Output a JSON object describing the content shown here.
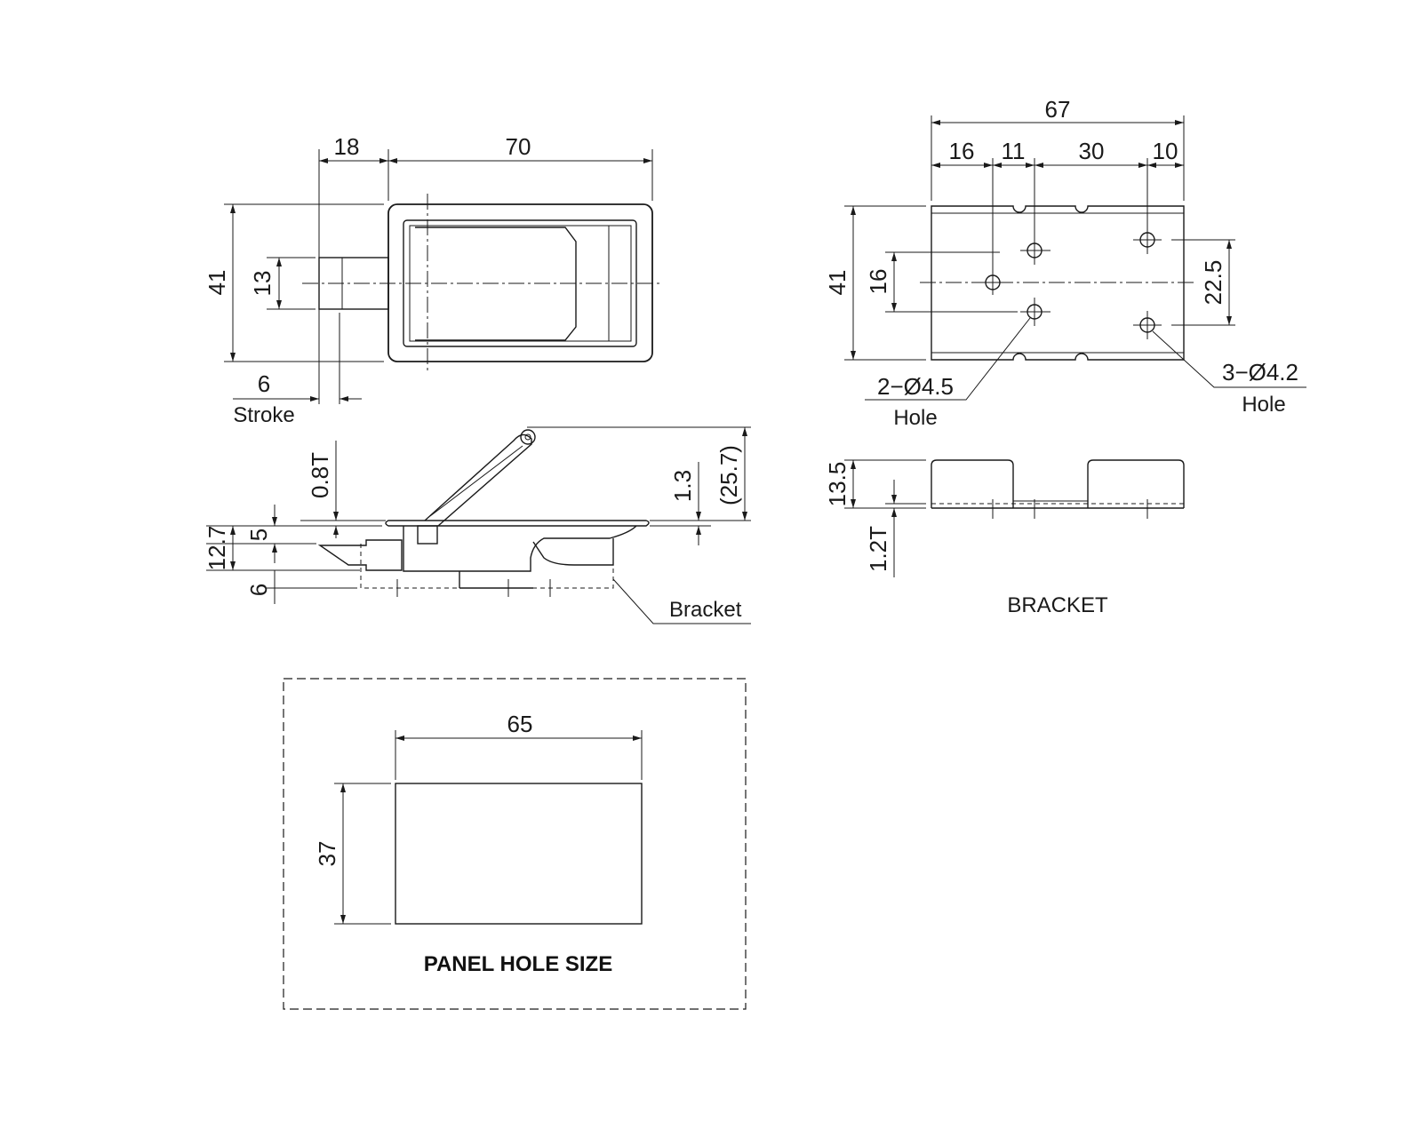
{
  "top_view": {
    "dim_head_width": "18",
    "dim_body_length": "70",
    "dim_overall_height": "41",
    "dim_bolt_height": "13",
    "dim_stroke": "6",
    "stroke_label": "Stroke"
  },
  "side_view": {
    "dim_thickness": "0.8T",
    "dim_flange_gap": "1.3",
    "dim_total_height": "(25.7)",
    "dim_overall_depth": "12.7",
    "dim_upper_depth": "5",
    "dim_lower_depth": "6",
    "bracket_label": "Bracket"
  },
  "bracket_view": {
    "dim_overall_width": "67",
    "dim_seg_1": "16",
    "dim_seg_2": "11",
    "dim_seg_3": "30",
    "dim_seg_4": "10",
    "dim_height": "41",
    "dim_left_spacing": "16",
    "dim_right_spacing": "22.5",
    "hole_left_callout": "2−Ø4.5",
    "hole_left_label": "Hole",
    "hole_right_callout": "3−Ø4.2",
    "hole_right_label": "Hole"
  },
  "bracket_side": {
    "dim_height": "13.5",
    "dim_thickness": "1.2T",
    "title": "BRACKET"
  },
  "panel_hole": {
    "dim_width": "65",
    "dim_height": "37",
    "title": "PANEL HOLE SIZE"
  }
}
